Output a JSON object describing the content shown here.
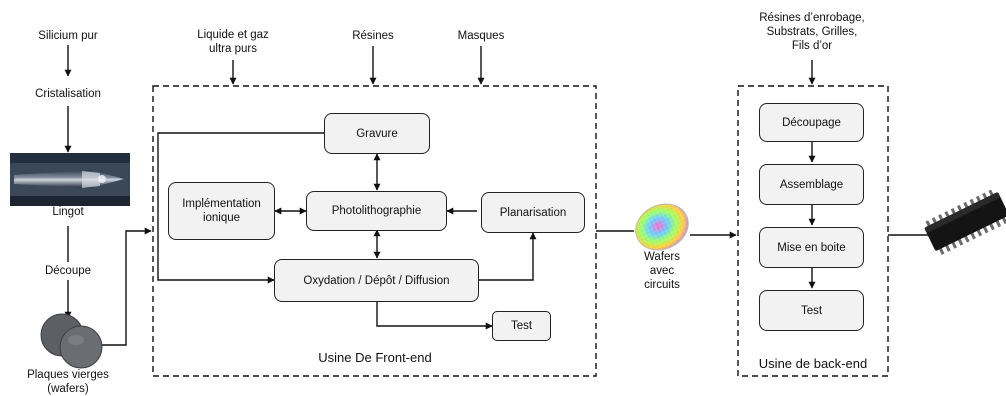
{
  "inputs": {
    "silicium": "Silicium pur",
    "cristalisation": "Cristalisation",
    "lingot": "Lingot",
    "decoupe": "Découpe",
    "plaques_line1": "Plaques vierges",
    "plaques_line2": "(wafers)"
  },
  "front_end": {
    "title": "Usine De Front-end",
    "top_inputs": {
      "liquide_line1": "Liquide et gaz",
      "liquide_line2": "ultra purs",
      "resines": "Résines",
      "masques": "Masques"
    },
    "boxes": {
      "gravure": "Gravure",
      "implantation_line1": "Implémentation",
      "implantation_line2": "ionique",
      "photolithographie": "Photolithographie",
      "planarisation": "Planarisation",
      "oxydation": "Oxydation / Dépôt / Diffusion",
      "test": "Test"
    }
  },
  "wafers": {
    "line1": "Wafers",
    "line2": "avec",
    "line3": "circuits"
  },
  "back_end": {
    "title": "Usine de back-end",
    "top_inputs": {
      "line1": "Résines d’enrobage,",
      "line2": "Substrats, Grilles,",
      "line3": "Fils d’or"
    },
    "boxes": {
      "decoupage": "Découpage",
      "assemblage": "Assemblage",
      "mise_en_boite": "Mise en boite",
      "test": "Test"
    }
  },
  "colors": {
    "box_fill": "#f2f2f2",
    "stroke": "#111111",
    "wafer_disc": "#5c5f63"
  },
  "icons": {
    "ingot": "silicon-ingot-photo",
    "wafers": "blank-wafers-icon",
    "circuit_wafer": "patterned-wafer-icon",
    "chip": "ic-chip-icon"
  }
}
